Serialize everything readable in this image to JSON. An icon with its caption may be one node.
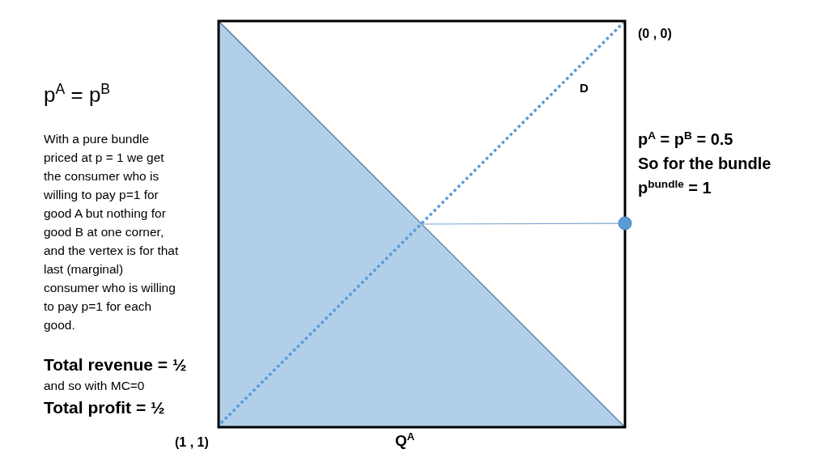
{
  "diagram": {
    "labels": [
      "p$^{A}$ = p$^{B}$",
      "With a pure bundle priced at p = 1 we get the consumer who is willing to pay p=1 for good A but nothing for good B at one corner, and the vertex is for that last (marginal) consumer who is willing to pay p=1 for each good.",
      "Total revenue = ½",
      "and so with MC=0",
      "Total profit = ½",
      "(0 , 0)",
      "D",
      "p$^{A}$ = p$^{B}$ = 0.5",
      "So for the bundle",
      "p$^{bundle}$ = 1",
      "(1 , 1)",
      "Q$^{A}$"
    ]
  }
}
